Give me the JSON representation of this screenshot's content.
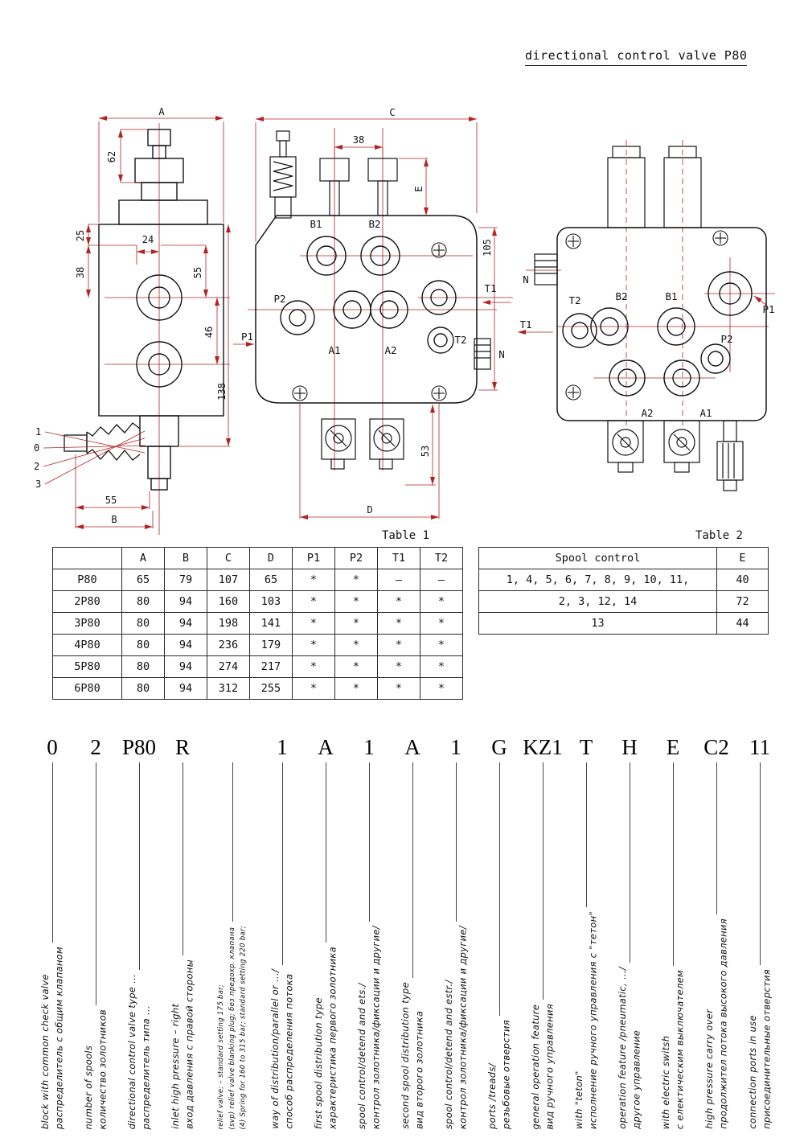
{
  "page": {
    "title": "directional control valve P80"
  },
  "colors": {
    "dimension_line": "#b42222",
    "line_work": "#141414",
    "background": "#ffffff"
  },
  "drawings": {
    "side_view": {
      "dim_width_top": "A",
      "dim_62": "62",
      "dim_25": "25",
      "dim_38": "38",
      "dim_24": "24",
      "dim_55_upper": "55",
      "dim_46": "46",
      "dim_138": "138",
      "dim_55_bottom": "55",
      "dim_width_bottom": "B",
      "lever_positions": [
        "1",
        "0",
        "2",
        "3"
      ]
    },
    "front_view": {
      "dim_width_top": "C",
      "dim_38": "38",
      "dim_e": "E",
      "dim_105": "105",
      "dim_53": "53",
      "dim_width_bottom": "D",
      "ports": {
        "b1": "B1",
        "b2": "B2",
        "p1": "P1",
        "p2": "P2",
        "a1": "A1",
        "a2": "A2",
        "t1": "T1",
        "t2": "T2",
        "n": "N"
      }
    },
    "rear_view": {
      "ports": {
        "t1": "T1",
        "t2": "T2",
        "b1": "B1",
        "b2": "B2",
        "p1": "P1",
        "p2": "P2",
        "a1": "A1",
        "a2": "A2",
        "n": "N"
      }
    }
  },
  "tables": {
    "table1": {
      "caption": "Table 1",
      "headers": [
        "",
        "A",
        "B",
        "C",
        "D",
        "P1",
        "P2",
        "T1",
        "T2"
      ],
      "rows": [
        [
          "P80",
          "65",
          "79",
          "107",
          "65",
          "*",
          "*",
          "–",
          "–"
        ],
        [
          "2P80",
          "80",
          "94",
          "160",
          "103",
          "*",
          "*",
          "*",
          "*"
        ],
        [
          "3P80",
          "80",
          "94",
          "198",
          "141",
          "*",
          "*",
          "*",
          "*"
        ],
        [
          "4P80",
          "80",
          "94",
          "236",
          "179",
          "*",
          "*",
          "*",
          "*"
        ],
        [
          "5P80",
          "80",
          "94",
          "274",
          "217",
          "*",
          "*",
          "*",
          "*"
        ],
        [
          "6P80",
          "80",
          "94",
          "312",
          "255",
          "*",
          "*",
          "*",
          "*"
        ]
      ]
    },
    "table2": {
      "caption": "Table 2",
      "headers": [
        "Spool control",
        "E"
      ],
      "rows": [
        [
          "1, 4, 5, 6, 7, 8, 9, 10, 11,",
          "40"
        ],
        [
          "2, 3, 12, 14",
          "72"
        ],
        [
          "13",
          "44"
        ]
      ]
    }
  },
  "ordering_code": {
    "columns": [
      {
        "code": "0",
        "lines": [
          "block with common check valve",
          "распределитель с общим клапаном"
        ]
      },
      {
        "code": "2",
        "lines": [
          "number of spools",
          "количество золотников"
        ]
      },
      {
        "code": "P80",
        "lines": [
          "directional control valve type ...",
          "распределитель типа ..."
        ]
      },
      {
        "code": "R",
        "lines": [
          "inlet high pressure – right",
          "вход давления с правой стороны"
        ]
      },
      {
        "code": "",
        "lines": [
          "relief valve; – standard setting 175 bar;",
          "(svp) relief valve blanking plug; без предохр. клапана",
          "(4) Spring for 160 to 315 bar; standard setting 220 bar;"
        ]
      },
      {
        "code": "1",
        "lines": [
          "way of distribution/parallel or .../",
          "способ распределения потока"
        ]
      },
      {
        "code": "A",
        "lines": [
          "first spool distribution type",
          "характеристика первого золотника"
        ]
      },
      {
        "code": "1",
        "lines": [
          "spool control/detend and ets./",
          "контрол золотника/фиксации и другие/"
        ]
      },
      {
        "code": "A",
        "lines": [
          "second spool distribution type",
          "вид второго золотника"
        ]
      },
      {
        "code": "1",
        "lines": [
          "spool control/detend and estr./",
          "контрол золотника/фиксации и другие/"
        ]
      },
      {
        "code": "G",
        "lines": [
          "ports /treads/",
          "резьбовые отверстия"
        ]
      },
      {
        "code": "KZ1",
        "lines": [
          "general operation feature",
          "вид ручного управления"
        ]
      },
      {
        "code": "T",
        "lines": [
          "with \"teton\"",
          "исполнение ручного управления с \"тетон\""
        ]
      },
      {
        "code": "H",
        "lines": [
          "operation feature /pneumatic, .../",
          "другое управление"
        ]
      },
      {
        "code": "E",
        "lines": [
          "with electric switsh",
          "с електическим выключателем"
        ]
      },
      {
        "code": "C2",
        "lines": [
          "high pressure carry over",
          "продолжител потока высокого давления"
        ]
      },
      {
        "code": "11",
        "lines": [
          "connection ports in use",
          "присоединительные отверстия"
        ]
      }
    ]
  }
}
